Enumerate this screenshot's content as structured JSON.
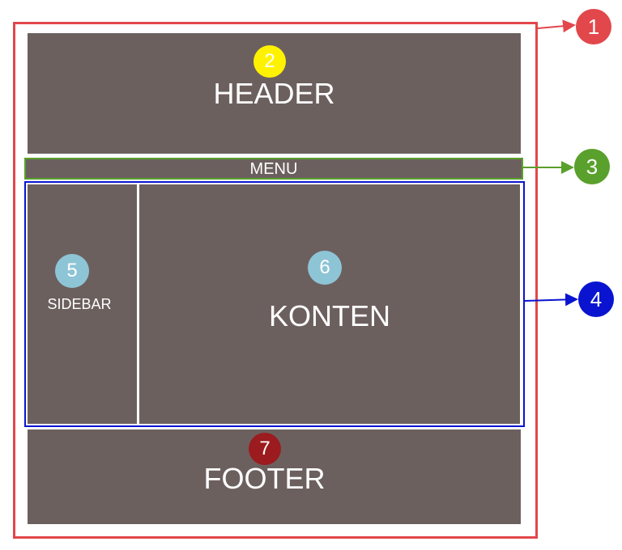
{
  "layout": {
    "header": {
      "label": "HEADER",
      "number": "2"
    },
    "menu": {
      "label": "MENU"
    },
    "sidebar": {
      "label": "SIDEBAR",
      "number": "5"
    },
    "content": {
      "label": "KONTEN",
      "number": "6"
    },
    "footer": {
      "label": "FOOTER",
      "number": "7"
    }
  },
  "callouts": {
    "page": {
      "number": "1",
      "color": "#e2474b"
    },
    "menu": {
      "number": "3",
      "color": "#5aa02c"
    },
    "content_group": {
      "number": "4",
      "color": "#0a14d0"
    }
  },
  "colors": {
    "panel": "#6c605f",
    "header_badge": "#fff200",
    "sidebar_badge": "#8ec5d6",
    "content_badge": "#8ec5d6",
    "footer_badge": "#9b1b1e"
  }
}
